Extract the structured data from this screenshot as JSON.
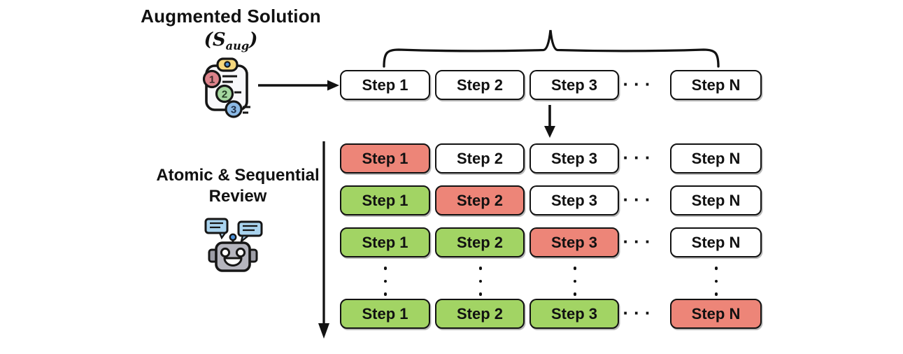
{
  "header": {
    "title": "Augmented Solution",
    "symbol_prefix": "(S",
    "symbol_sub": "aug",
    "symbol_suffix": ")"
  },
  "review_label": {
    "line1": "Atomic & Sequential",
    "line2": "Review"
  },
  "solution_row": {
    "steps": [
      "Step 1",
      "Step 2",
      "Step 3",
      "Step N"
    ],
    "ellipsis": "···"
  },
  "review_rows": [
    {
      "steps": [
        {
          "label": "Step 1",
          "state": "error"
        },
        {
          "label": "Step 2",
          "state": "plain"
        },
        {
          "label": "Step 3",
          "state": "plain"
        },
        {
          "label": "Step N",
          "state": "plain"
        }
      ]
    },
    {
      "steps": [
        {
          "label": "Step 1",
          "state": "correct"
        },
        {
          "label": "Step 2",
          "state": "error"
        },
        {
          "label": "Step 3",
          "state": "plain"
        },
        {
          "label": "Step N",
          "state": "plain"
        }
      ]
    },
    {
      "steps": [
        {
          "label": "Step 1",
          "state": "correct"
        },
        {
          "label": "Step 2",
          "state": "correct"
        },
        {
          "label": "Step 3",
          "state": "error"
        },
        {
          "label": "Step N",
          "state": "plain"
        }
      ]
    },
    {
      "steps": [
        {
          "label": "Step 1",
          "state": "correct"
        },
        {
          "label": "Step 2",
          "state": "correct"
        },
        {
          "label": "Step 3",
          "state": "correct"
        },
        {
          "label": "Step N",
          "state": "error"
        }
      ]
    }
  ],
  "colors": {
    "error": "#ED8578",
    "correct": "#A2D464",
    "plain": "#FFFFFF",
    "outline": "#121212"
  },
  "icons": {
    "clipboard": "numbered-checklist-clipboard-icon",
    "robot": "chat-robot-icon"
  }
}
